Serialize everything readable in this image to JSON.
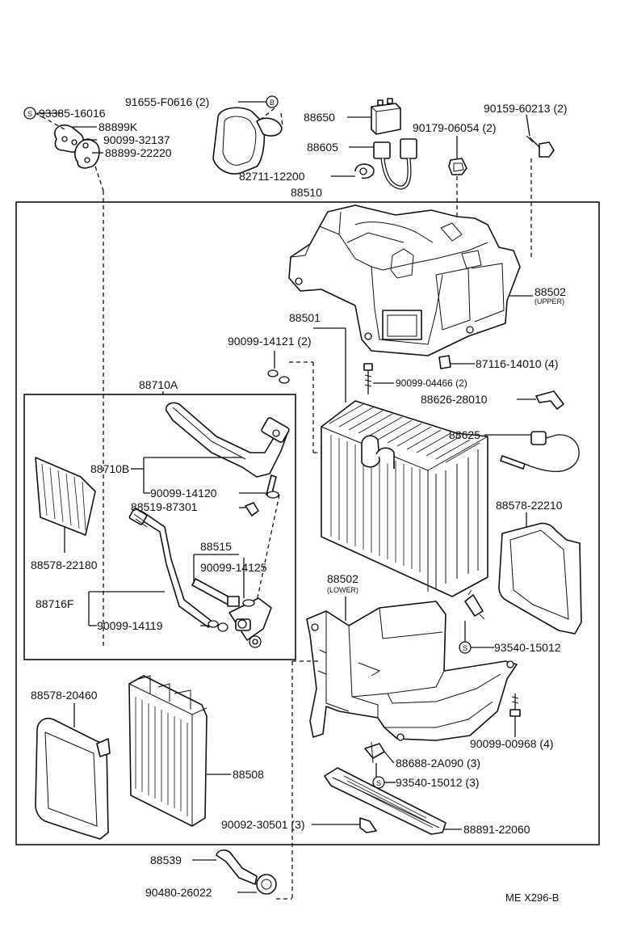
{
  "labels": {
    "p93385": "93385-16016",
    "p88899k": "88899K",
    "p90099_32137": "90099-32137",
    "p88899_22220": "88899-22220",
    "p91655": "91655-F0616 (2)",
    "p88650": "88650",
    "p88605": "88605",
    "p82711": "82711-12200",
    "p88510": "88510",
    "p90159": "90159-60213 (2)",
    "p90179": "90179-06054 (2)",
    "p88502u": "88502",
    "p88502u_sub": "(UPPER)",
    "p88501": "88501",
    "p90099_14121": "90099-14121 (2)",
    "p87116": "87116-14010 (4)",
    "p90099_04466": "90099-04466 (2)",
    "p88626": "88626-28010",
    "p88625": "88625",
    "p88710a": "88710A",
    "p88710b": "88710B",
    "p90099_14120": "90099-14120",
    "p88519": "88519-87301",
    "p88578_22180": "88578-22180",
    "p88515": "88515",
    "p90099_14125": "90099-14125",
    "p88716f": "88716F",
    "p90099_14119": "90099-14119",
    "p88578_22210": "88578-22210",
    "p88502l": "88502",
    "p88502l_sub": "(LOWER)",
    "p93540_a": "93540-15012",
    "p90099_00968": "90099-00968 (4)",
    "p88688": "88688-2A090 (3)",
    "p93540_b": "93540-15012 (3)",
    "p88578_20460": "88578-20460",
    "p88508": "88508",
    "p90092": "90092-30501 (3)",
    "p88891": "88891-22060",
    "p88539": "88539",
    "p90480": "90480-26022",
    "footer": "ME  X296-B"
  },
  "symbols": {
    "s": "S",
    "b": "B"
  }
}
